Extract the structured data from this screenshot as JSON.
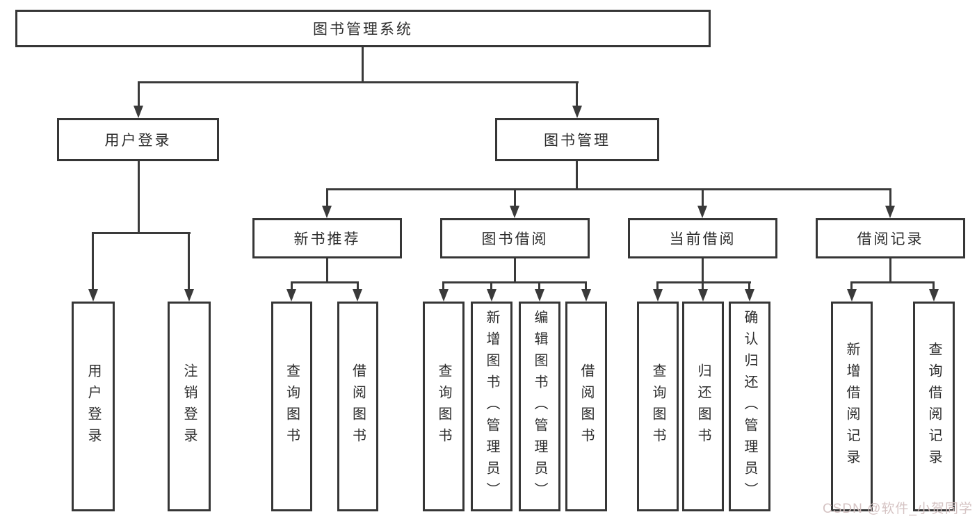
{
  "diagram_title": "图书管理系统",
  "colors": {
    "line": "#3a3a3a",
    "box_border": "#363636",
    "text": "#2d2d2d",
    "watermark": "#d3c0c0",
    "background": "#ffffff"
  },
  "tree": {
    "label": "图书管理系统",
    "children": [
      {
        "label": "用户登录",
        "children": [
          {
            "label": "用户登录"
          },
          {
            "label": "注销登录"
          }
        ]
      },
      {
        "label": "图书管理",
        "children": [
          {
            "label": "新书推荐",
            "children": [
              {
                "label": "查询图书"
              },
              {
                "label": "借阅图书"
              }
            ]
          },
          {
            "label": "图书借阅",
            "children": [
              {
                "label": "查询图书"
              },
              {
                "label": "新增图书（管理员）"
              },
              {
                "label": "编辑图书（管理员）"
              },
              {
                "label": "借阅图书"
              }
            ]
          },
          {
            "label": "当前借阅",
            "children": [
              {
                "label": "查询图书"
              },
              {
                "label": "归还图书"
              },
              {
                "label": "确认归还（管理员）"
              }
            ]
          },
          {
            "label": "借阅记录",
            "children": [
              {
                "label": "新增借阅记录"
              },
              {
                "label": "查询借阅记录"
              }
            ]
          }
        ]
      }
    ]
  },
  "watermark": {
    "text": "CSDN @软件_小贺同学"
  }
}
